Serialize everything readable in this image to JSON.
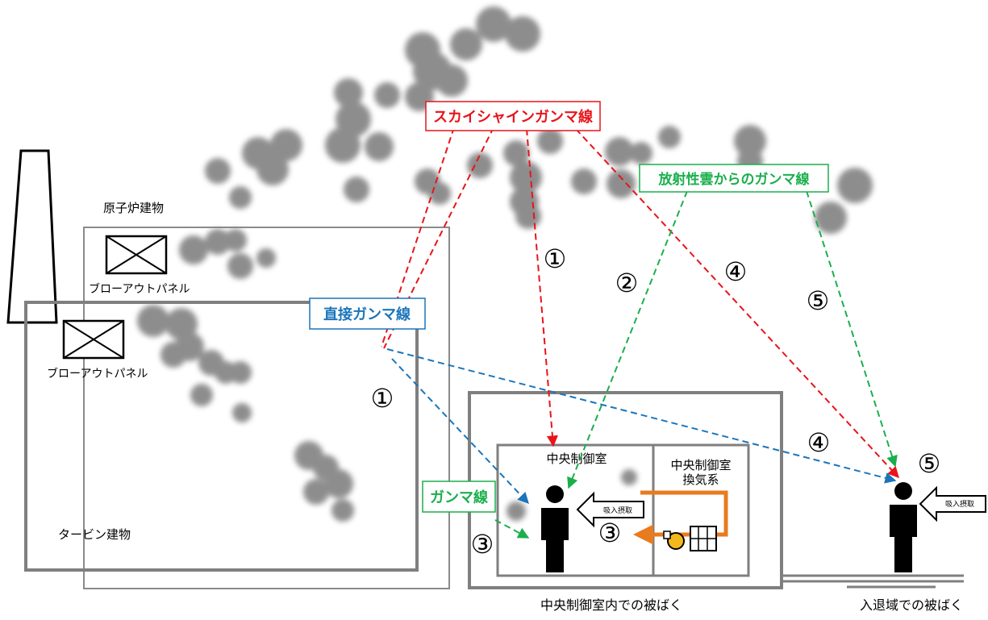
{
  "labels": {
    "skyshine": "スカイシャインガンマ線",
    "cloud_gamma": "放射性雲からのガンマ線",
    "direct_gamma": "直接ガンマ線",
    "gamma": "ガンマ線",
    "reactor_building": "原子炉建物",
    "turbine_building": "タービン建物",
    "blowout_panel_1": "ブローアウトパネル",
    "blowout_panel_2": "ブローアウトパネル",
    "control_room": "中央制御室",
    "ventilation_line1": "中央制御室",
    "ventilation_line2": "換気系",
    "intake_1": "吸入摂取",
    "intake_2": "吸入摂取",
    "caption_control_room": "中央制御室内での被ばく",
    "caption_entry": "入退域での被ばく"
  },
  "markers": {
    "m1_top": "①",
    "m1_left": "①",
    "m2": "②",
    "m3_left": "③",
    "m3_right": "③",
    "m4_top": "④",
    "m4_bottom": "④",
    "m5_top": "⑤",
    "m5_right": "⑤"
  },
  "colors": {
    "skyshine": "#e8141b",
    "cloud": "#1aaf4c",
    "direct": "#1b75bb",
    "ventilation": "#e87b1e",
    "building": "#7f7f7f",
    "plume": "#7a7a7a",
    "person": "#000000",
    "fan": "#f3b81c"
  }
}
